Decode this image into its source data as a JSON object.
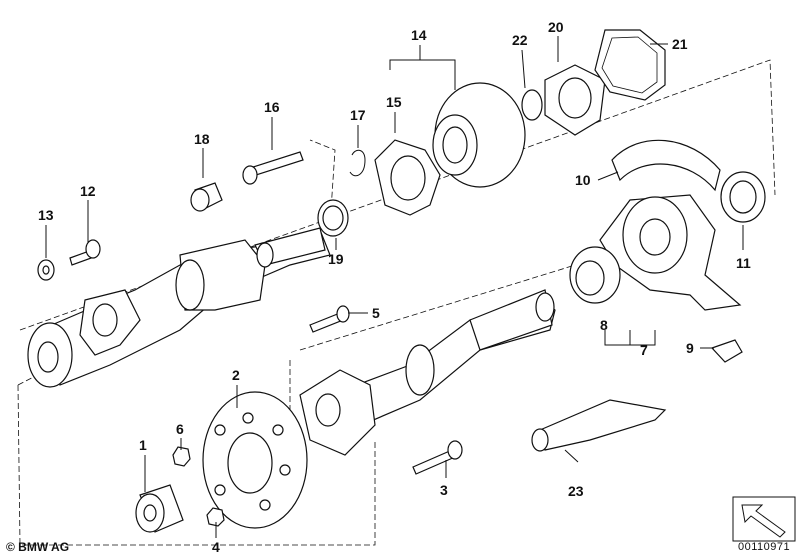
{
  "parts": {
    "p1": "1",
    "p2": "2",
    "p3": "3",
    "p4": "4",
    "p5": "5",
    "p6": "6",
    "p7": "7",
    "p8": "8",
    "p9": "9",
    "p10": "10",
    "p11": "11",
    "p12": "12",
    "p13": "13",
    "p14": "14",
    "p15": "15",
    "p16": "16",
    "p17": "17",
    "p18": "18",
    "p19": "19",
    "p20": "20",
    "p21": "21",
    "p22": "22",
    "p23": "23"
  },
  "footer": {
    "copyright": "© BMW AG",
    "doc_number": "00110971"
  },
  "icons": {
    "nav": "arrow-icon"
  }
}
